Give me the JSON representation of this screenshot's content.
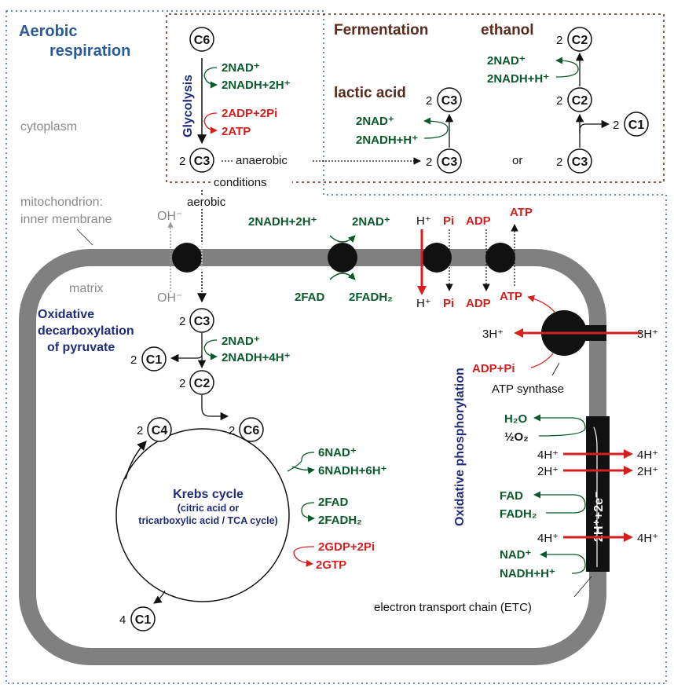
{
  "title": "Aerobic respiration",
  "title_lines": [
    "Aerobic",
    "respiration"
  ],
  "colors": {
    "blue_title": "#2a5b99",
    "navy": "#1f2c7a",
    "green": "#0b5a2c",
    "red": "#d51f1f",
    "brown": "#5a2a1c",
    "membrane": "#808080",
    "gray_text": "#8a8a8a"
  },
  "regions": {
    "cytoplasm": "cytoplasm",
    "mito_lines": [
      "mitochondrion:",
      "inner membrane"
    ],
    "matrix": "matrix"
  },
  "glycolysis": {
    "label": "Glycolysis",
    "start": "C6",
    "end": "C3",
    "end_coef": "2",
    "nad": "2NAD⁺",
    "nadh": "2NADH+2H⁺",
    "adp": "2ADP+2Pi",
    "atp": "2ATP"
  },
  "branch": {
    "anaerobic": "anaerobic",
    "conditions": "conditions",
    "aerobic": "aerobic"
  },
  "fermentation": {
    "title": "Fermentation",
    "lactic": {
      "label": "lactic acid",
      "product_coef": "2",
      "product": "C3",
      "substrate_coef": "2",
      "substrate": "C3",
      "nad": "2NAD⁺",
      "nadh": "2NADH+H⁺"
    },
    "ethanol": {
      "label": "ethanol",
      "top_coef": "2",
      "top": "C2",
      "mid_coef": "2",
      "mid": "C2",
      "co2_coef": "2",
      "co2": "C1",
      "substrate_coef": "2",
      "substrate": "C3",
      "nad": "2NAD⁺",
      "nadh": "2NADH+H⁺",
      "or": "or"
    }
  },
  "membrane_transport": {
    "oh_top": "OH⁻",
    "oh_bottom": "OH⁻",
    "shuttle": {
      "nadh": "2NADH+2H⁺",
      "nad": "2NAD⁺",
      "fad": "2FAD",
      "fadh": "2FADH₂"
    },
    "h_top": "H⁺",
    "h_bottom": "H⁺",
    "pi_top": "Pi",
    "pi_bottom": "Pi",
    "adp_top": "ADP",
    "adp_bottom": "ADP",
    "atp_top": "ATP"
  },
  "pyruvate": {
    "title_lines": [
      "Oxidative",
      "decarboxylation",
      "of pyruvate"
    ],
    "in_coef": "2",
    "in": "C3",
    "co2_coef": "2",
    "co2": "C1",
    "out_coef": "2",
    "out": "C2",
    "nad": "2NAD⁺",
    "nadh": "2NADH+4H⁺"
  },
  "krebs": {
    "title": "Krebs cycle",
    "subtitle_lines": [
      "(citric acid or",
      "tricarboxylic acid / TCA cycle)"
    ],
    "c4_coef": "2",
    "c4": "C4",
    "c6_coef": "2",
    "c6": "C6",
    "co2_coef": "4",
    "co2": "C1",
    "nad": "6NAD⁺",
    "nadh": "6NADH+6H⁺",
    "fad": "2FAD",
    "fadh": "2FADH₂",
    "gdp": "2GDP+2Pi",
    "gtp": "2GTP"
  },
  "oxphos": {
    "title": "Oxidative phosphorylation",
    "atp_synthase": {
      "label": "ATP synthase",
      "h_in": "3H⁺",
      "h_out": "3H⁺",
      "atp": "ATP",
      "adp": "ADP+Pi"
    },
    "etc": {
      "label": "electron transport chain (ETC)",
      "bar_text": "2H⁺+2e⁻",
      "h2o": "H₂O",
      "o2": "½O₂",
      "fad": "FAD",
      "fadh": "FADH₂",
      "nad": "NAD⁺",
      "nadh": "NADH+H⁺",
      "pumps": [
        {
          "in": "4H⁺",
          "out": "4H⁺"
        },
        {
          "in": "2H⁺",
          "out": "2H⁺"
        },
        {
          "in": "4H⁺",
          "out": "4H⁺"
        }
      ]
    }
  }
}
